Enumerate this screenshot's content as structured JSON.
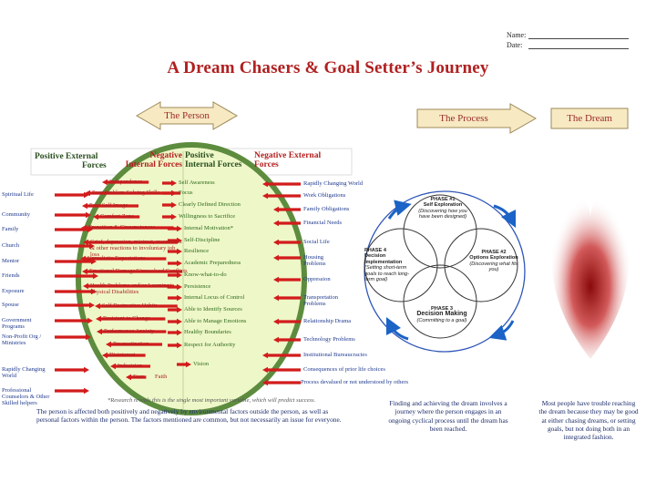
{
  "name_label": "Name:",
  "date_label": "Date:",
  "title": "A Dream Chasers & Goal Setter’s Journey",
  "arrows": {
    "person": "The Person",
    "process": "The Process",
    "dream": "The Dream"
  },
  "headers": {
    "pos_ext": [
      "Positive External",
      "Forces"
    ],
    "neg_int": [
      "Negative",
      "Internal Forces"
    ],
    "pos_int": [
      "Positive",
      "Internal Forces"
    ],
    "neg_ext": [
      "Negative External",
      "Forces"
    ]
  },
  "left_external": [
    "Spiritual Life",
    "Community",
    "Family",
    "Church",
    "Mentor",
    "Friends",
    "Exposure",
    "Spouse",
    "Government Programs",
    "Non-Profit Org / Ministries",
    "Rapidly Changing World",
    "Professional Counselors & Other Skilled helpers"
  ],
  "neg_internal": [
    "Independence",
    "Poor Problem Solving Skills",
    "Poor Self Image",
    "Comfort Zone",
    "Transition & Circumstances",
    "Grief, depression, mistrust, resentment & other reactions to involuntary job loss",
    "Unrealistic Expectations",
    "Emotional Damage/Unresolved Conflicts",
    "Health Problems and/or Learning/ Physical Disabilities",
    "Self Destructive Habits",
    "Resistant to Change",
    "Performance Anxiety",
    "Procrastination",
    "Disinterest",
    "Indecision",
    "Fear",
    "Faith"
  ],
  "pos_internal": [
    "Self Awareness",
    "Focus",
    "Clearly Defined Direction",
    "Willingness to Sacrifice",
    "Internal Motivation*",
    "Self-Discipline",
    "Resilience",
    "Academic Preparedness",
    "Know-what-to-do",
    "Persistence",
    "Internal Locus of Control",
    "Able to Identify Sources",
    "Able to Manage Emotions",
    "Healthy Boundaries",
    "Respect for Authority",
    "Vision"
  ],
  "right_external": [
    "Rapidly Changing World",
    "Work Obligations",
    "Family Obligations",
    "Financial Needs",
    "Social Life",
    "Housing Problems",
    "Oppression",
    "Transportation Problems",
    "Relationship Drama",
    "Technology Problems",
    "Institutional Bureaucracies",
    "Consequences of prior life choices",
    "Process devalued or not understood by others"
  ],
  "footnote": "*Research reveals this is the single most important variable, which will predict success.",
  "phases": [
    {
      "title": "PHASE #1",
      "name": "Self Exploration",
      "sub": "(Discovering how you have been designed)"
    },
    {
      "title": "PHASE #2",
      "name": "Options Exploration",
      "sub": "(Discovering what fits you)"
    },
    {
      "title": "PHASE 3",
      "name": "Decision Making",
      "sub": "(Committing to a goal)"
    },
    {
      "title": "PHASE 4",
      "name": "Decision Implementation",
      "sub": "(Setting short-term goals to reach long-term goal)"
    }
  ],
  "captions": {
    "person": "The person is affected both positively and negatively by environmental factors outside the person, as well as personal factors within the person. The factors mentioned are common, but not necessarily an issue for everyone.",
    "process": "Finding and achieving the dream involves a journey where the person engages in an ongoing cyclical process until the dream has been reached.",
    "dream": "Most people have trouble reaching the dream because they may be good at either chasing dreams, or setting goals, but not doing both in an integrated fashion."
  }
}
